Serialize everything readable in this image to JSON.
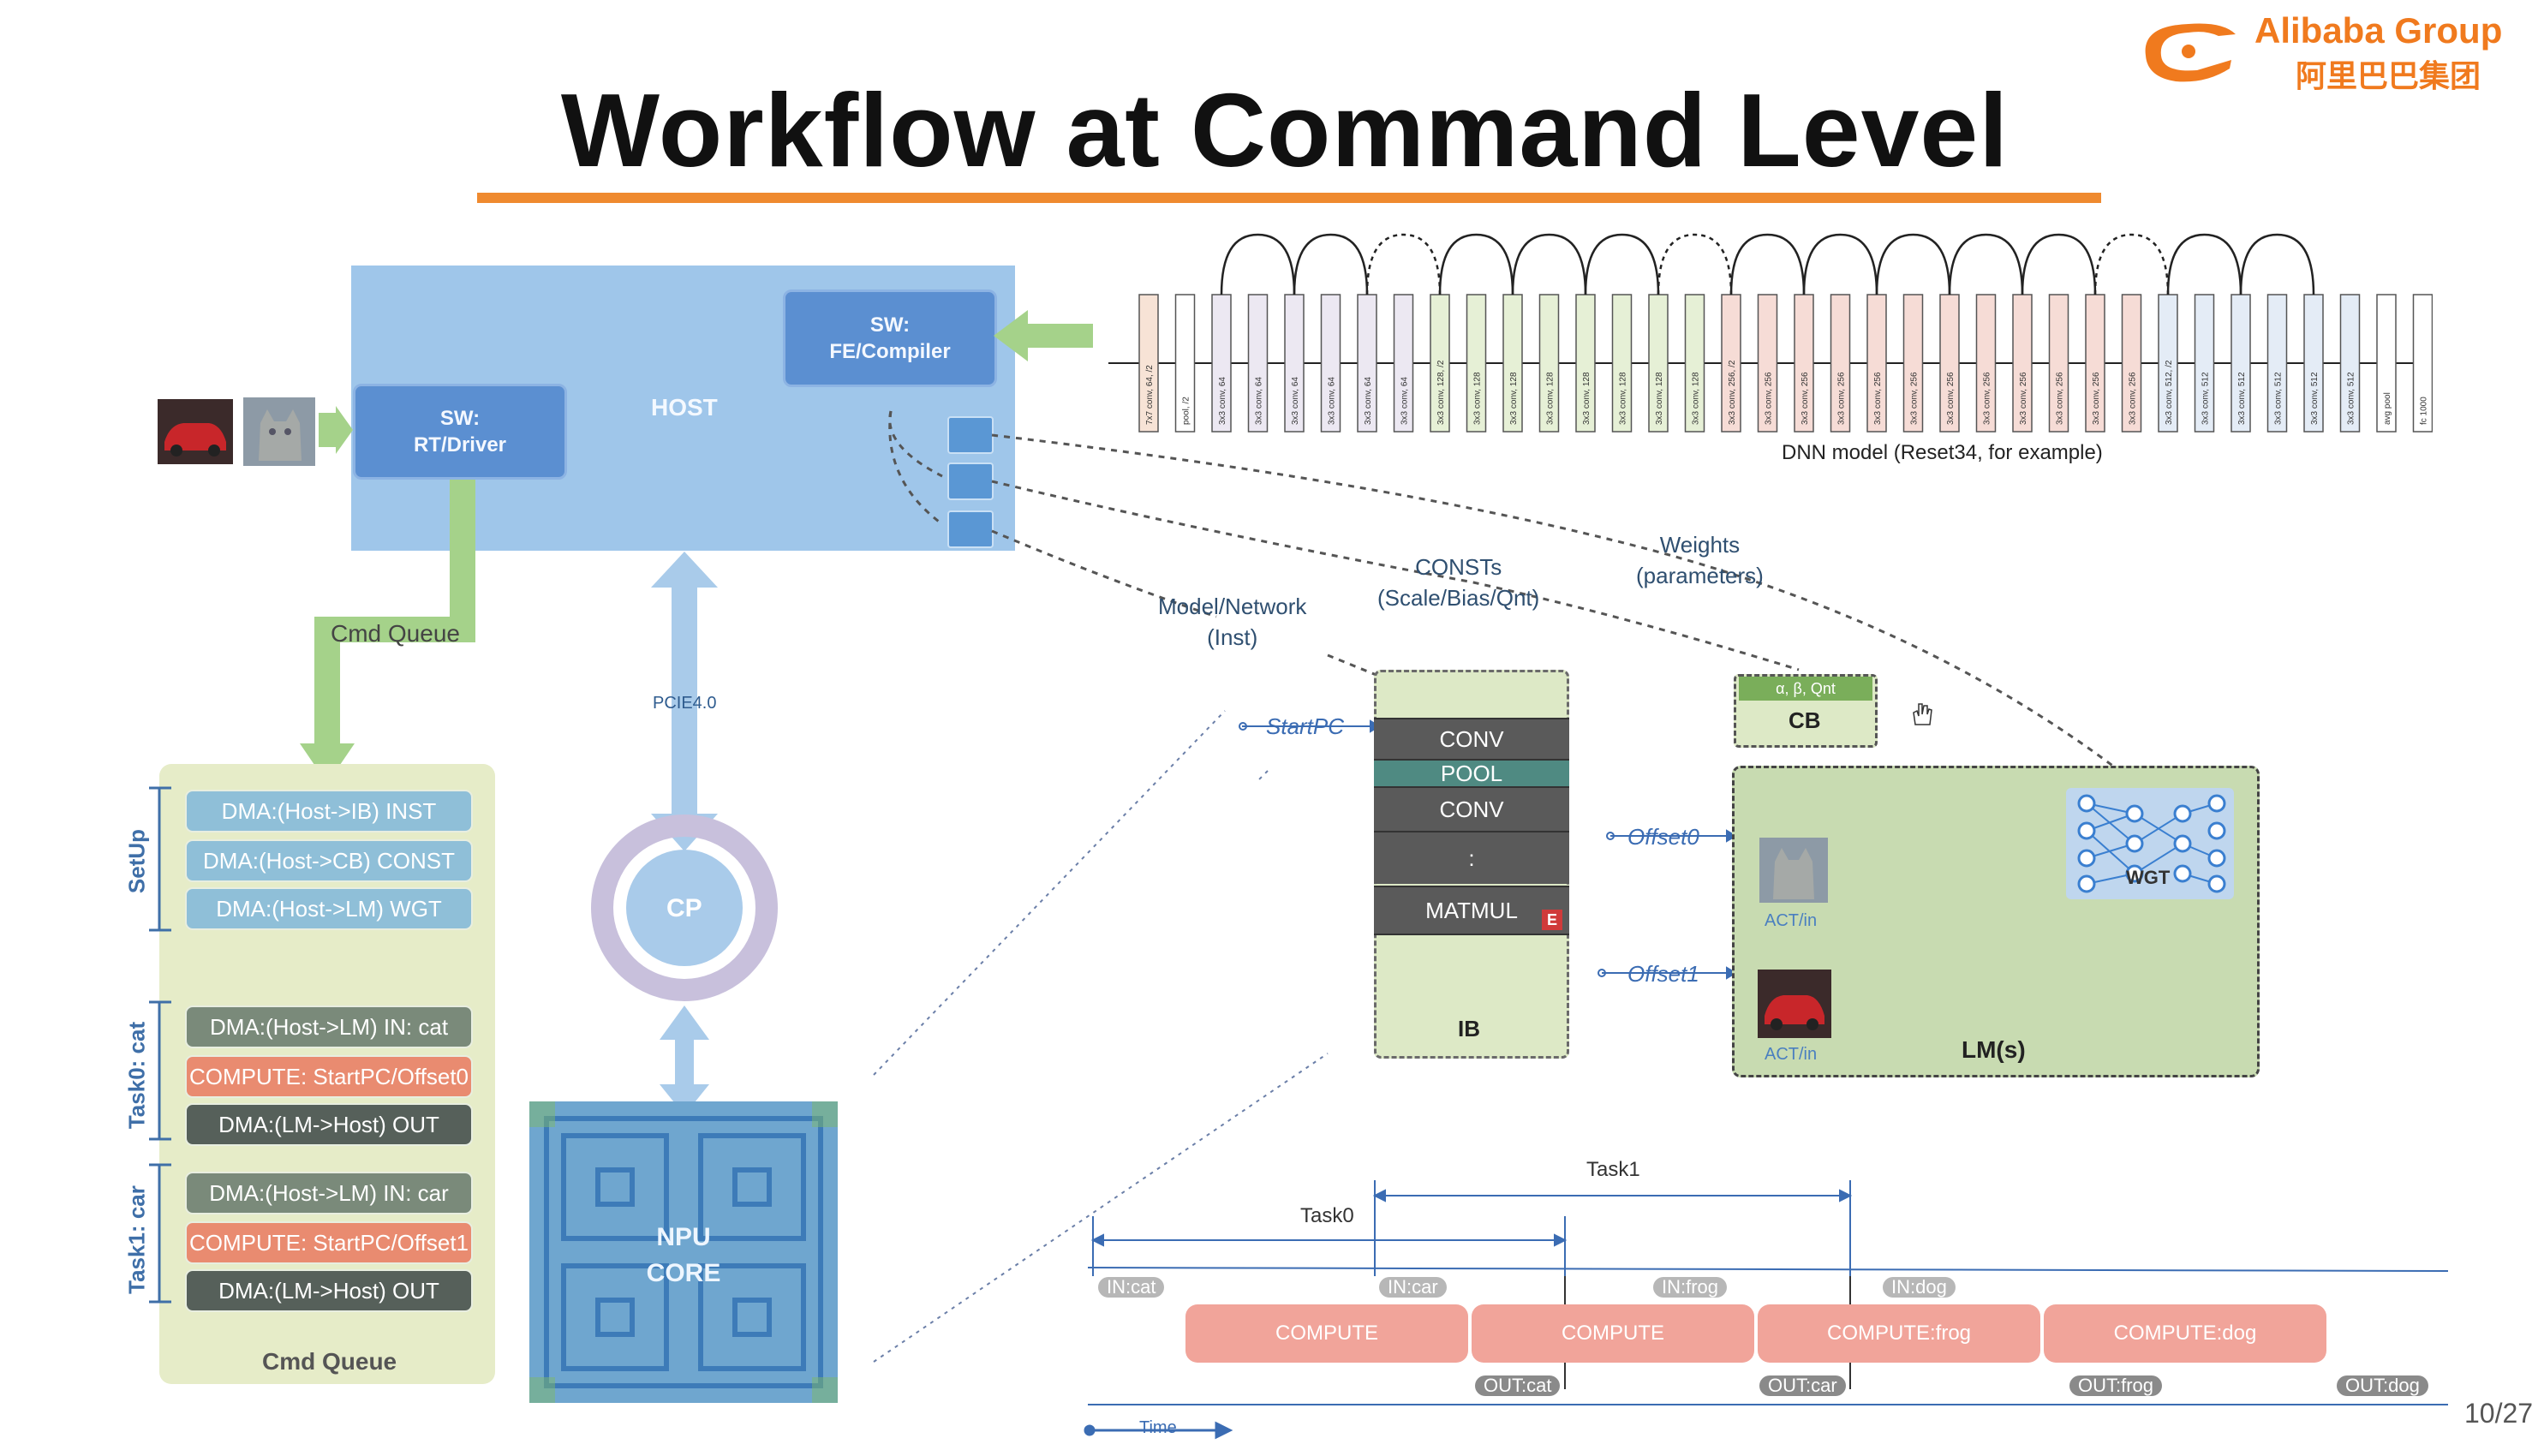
{
  "title": "Workflow at Command Level",
  "logo": {
    "name": "Alibaba Group",
    "chinese": "阿里巴巴集团"
  },
  "host": {
    "label": "HOST",
    "rt_driver": "SW:\nRT/Driver",
    "fe_compiler": "SW:\nFE/Compiler"
  },
  "dnn_model_caption": "DNN model (Reset34, for example)",
  "dnn_layers": [
    "7x7 conv, 64, /2",
    "pool, /2",
    "3x3 conv, 64",
    "3x3 conv, 64",
    "3x3 conv, 64",
    "3x3 conv, 64",
    "3x3 conv, 64",
    "3x3 conv, 64",
    "3x3 conv, 128, /2",
    "3x3 conv, 128",
    "3x3 conv, 128",
    "3x3 conv, 128",
    "3x3 conv, 128",
    "3x3 conv, 128",
    "3x3 conv, 128",
    "3x3 conv, 128",
    "3x3 conv, 256, /2",
    "3x3 conv, 256",
    "3x3 conv, 256",
    "3x3 conv, 256",
    "3x3 conv, 256",
    "3x3 conv, 256",
    "3x3 conv, 256",
    "3x3 conv, 256",
    "3x3 conv, 256",
    "3x3 conv, 256",
    "3x3 conv, 256",
    "3x3 conv, 256",
    "3x3 conv, 512, /2",
    "3x3 conv, 512",
    "3x3 conv, 512",
    "3x3 conv, 512",
    "3x3 conv, 512",
    "3x3 conv, 512",
    "avg pool",
    "fc 1000"
  ],
  "annotations": {
    "weights": "Weights\n(parameters)",
    "consts": "CONSTs\n(Scale/Bias/Qnt)",
    "model": "Model/Network\n(Inst)",
    "cmd_queue_arrow": "Cmd Queue",
    "pcie": "PCIE4.0",
    "start_pc": "StartPC",
    "offset0": "Offset0",
    "offset1": "Offset1"
  },
  "cp_label": "CP",
  "npu_label": "NPU\nCORE",
  "queue": {
    "title": "Cmd Queue",
    "groups": [
      {
        "label": "SetUp",
        "items": [
          {
            "text": "DMA:(Host->IB) INST",
            "style": "blue"
          },
          {
            "text": "DMA:(Host->CB) CONST",
            "style": "blue"
          },
          {
            "text": "DMA:(Host->LM) WGT",
            "style": "blue"
          }
        ]
      },
      {
        "label": "Task0: cat",
        "items": [
          {
            "text": "DMA:(Host->LM) IN: cat",
            "style": "gray"
          },
          {
            "text": "COMPUTE: StartPC/Offset0",
            "style": "salmon"
          },
          {
            "text": "DMA:(LM->Host) OUT",
            "style": "dark"
          }
        ]
      },
      {
        "label": "Task1: car",
        "items": [
          {
            "text": "DMA:(Host->LM) IN: car",
            "style": "gray"
          },
          {
            "text": "COMPUTE: StartPC/Offset1",
            "style": "salmon"
          },
          {
            "text": "DMA:(LM->Host) OUT",
            "style": "dark"
          }
        ]
      }
    ]
  },
  "ib": {
    "label": "IB",
    "rows": [
      "CONV",
      "POOL",
      "CONV",
      ":",
      "MATMUL"
    ],
    "end_marker": "E"
  },
  "cb": {
    "header": "α, β, Qnt",
    "label": "CB"
  },
  "lm": {
    "label": "LM(s)",
    "act1": "ACT/in",
    "act2": "ACT/in",
    "wgt": "WGT"
  },
  "timeline": {
    "task1": "Task1",
    "task0": "Task0",
    "inputs": [
      "IN:cat",
      "IN:car",
      "IN:frog",
      "IN:dog"
    ],
    "computes": [
      "COMPUTE",
      "COMPUTE",
      "COMPUTE:frog",
      "COMPUTE:dog"
    ],
    "outputs": [
      "OUT:cat",
      "OUT:car",
      "OUT:frog",
      "OUT:dog"
    ],
    "time_label": "Time"
  },
  "page_number": "10/27",
  "colors": {
    "accent": "#ef8a2f",
    "host": "#9fc6ea",
    "sw_box": "#5b8fd1",
    "queue_bg": "#e6ecc8",
    "compute": "#f1a49a"
  }
}
